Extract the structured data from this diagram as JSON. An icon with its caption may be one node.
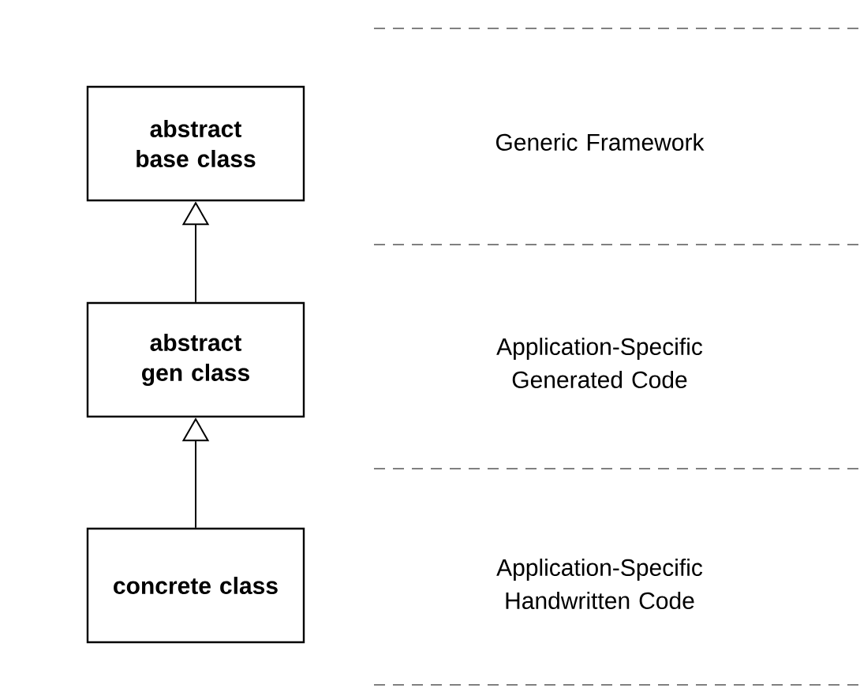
{
  "diagram": {
    "nodes": [
      {
        "text": [
          "abstract base class"
        ]
      },
      {
        "text": [
          "abstract gen class"
        ]
      },
      {
        "text": [
          "concrete class"
        ]
      }
    ],
    "edges": [
      {
        "from": 1,
        "to": 0,
        "arrow": "to"
      },
      {
        "from": 2,
        "to": 1,
        "arrow": "to"
      }
    ],
    "labels": [
      "Generic Framework",
      "Application-Specific Generated Code",
      "Application-Specific Handwritten Code"
    ]
  }
}
